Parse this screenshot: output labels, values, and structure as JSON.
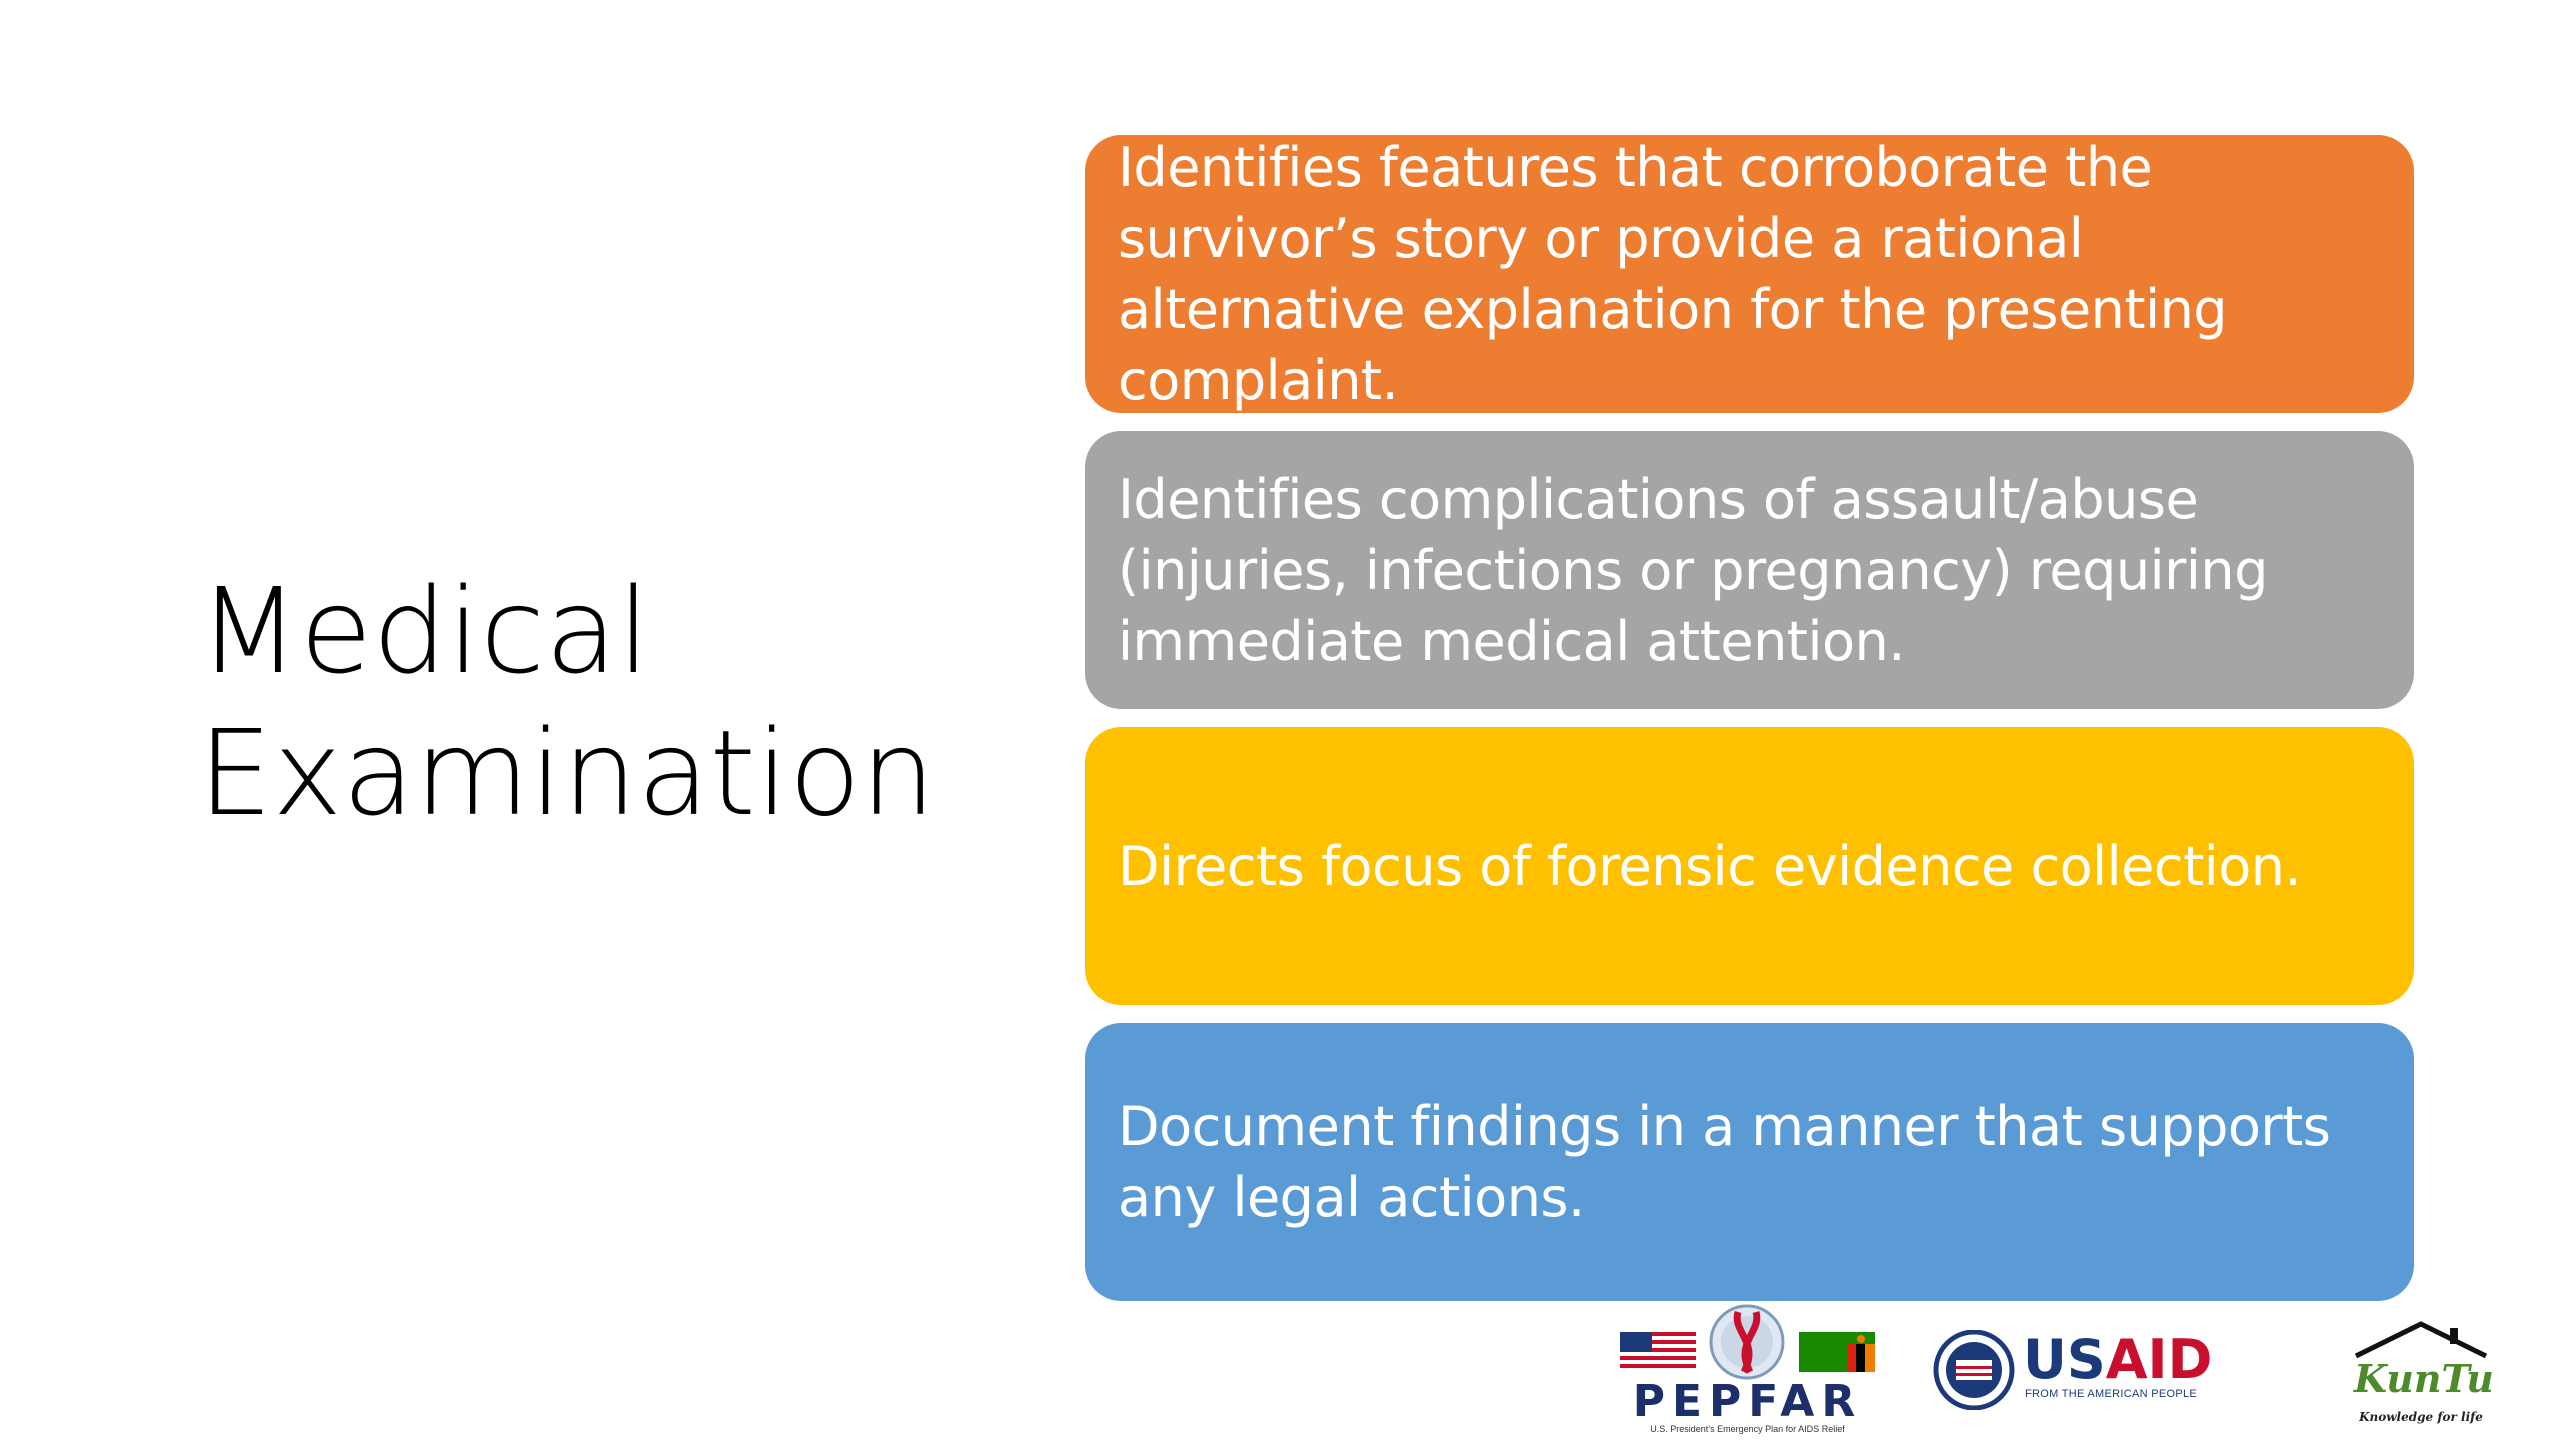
{
  "slide": {
    "title_lines": [
      "Medical",
      "Examination"
    ],
    "boxes": [
      {
        "text": "Identifies  features that corroborate the survivor’s story or provide a rational alternative explanation for the presenting complaint.",
        "color": "#ED7D31"
      },
      {
        "text": "Identifies complications of assault/abuse (injuries, infections or pregnancy) requiring immediate medical attention.",
        "color": "#A5A5A5"
      },
      {
        "text": "Directs focus of forensic evidence collection.",
        "color": "#FFC000"
      },
      {
        "text": "Document findings in a manner that supports any legal actions.",
        "color": "#5B9BD5"
      }
    ]
  },
  "logos": {
    "pepfar": {
      "name": "PEPFAR",
      "subtitle": "U.S. President’s Emergency Plan for AIDS Relief"
    },
    "usaid": {
      "name_us": "US",
      "name_aid": "AID",
      "subtitle": "FROM THE AMERICAN PEOPLE"
    },
    "kuntu": {
      "name": "KunTu",
      "subtitle": "Knowledge for life"
    }
  }
}
